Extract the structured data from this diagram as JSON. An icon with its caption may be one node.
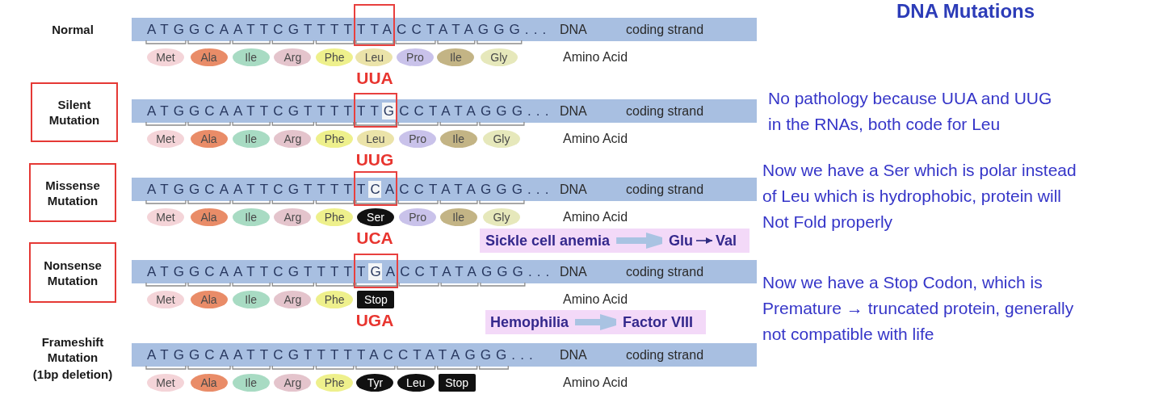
{
  "diagram": {
    "title": "DNA Mutations",
    "nodes": [
      {
        "text": [
          "ATGGCAATTCGTTTTTTACCTATAGGG...",
          "DNA",
          "coding strand"
        ]
      },
      {
        "text": [],
        "shape": "box"
      },
      {
        "text": [
          "Met"
        ]
      },
      {
        "text": [
          "Ala"
        ]
      },
      {
        "text": [
          "Ile"
        ]
      },
      {
        "text": [
          "Arg"
        ]
      },
      {
        "text": [
          "Phe"
        ]
      },
      {
        "text": [
          "Leu"
        ]
      },
      {
        "text": [
          "Pro"
        ]
      },
      {
        "text": [
          "Ile"
        ]
      },
      {
        "text": [
          "Gly"
        ]
      },
      {
        "text": [
          "Silent Mutation"
        ]
      },
      {
        "text": [
          "ATGGCAATTCGTTTTTTGCCTATAGGG...",
          "DNA",
          "coding strand"
        ]
      },
      {
        "text": [],
        "shape": "box"
      },
      {
        "text": [
          "Met"
        ]
      },
      {
        "text": [
          "Ala"
        ]
      },
      {
        "text": [
          "Ile"
        ]
      },
      {
        "text": [
          "Arg"
        ]
      },
      {
        "text": [
          "Phe"
        ]
      },
      {
        "text": [
          "Leu"
        ]
      },
      {
        "text": [
          "Pro"
        ]
      },
      {
        "text": [
          "Ile"
        ]
      },
      {
        "text": [
          "Gly"
        ]
      },
      {
        "text": [
          "Missense Mutation"
        ]
      },
      {
        "text": [
          "ATGGCAATTCGTTTTTCACCTATAGGG...",
          "DNA",
          "coding strand"
        ]
      },
      {
        "text": [],
        "shape": "box"
      },
      {
        "text": [
          "Met"
        ]
      },
      {
        "text": [
          "Ala"
        ]
      },
      {
        "text": [
          "Ile"
        ]
      },
      {
        "text": [
          "Arg"
        ]
      },
      {
        "text": [
          "Phe"
        ]
      },
      {
        "text": [
          "Ser"
        ]
      },
      {
        "text": [
          "Pro"
        ]
      },
      {
        "text": [
          "Ile"
        ]
      },
      {
        "text": [
          "Gly"
        ]
      },
      {
        "text": [],
        "shape": "box"
      },
      {
        "text": [
          "Sickle cell anemia"
        ],
        "in": 35
      },
      {
        "text": [
          "Glu"
        ],
        "in": 35
      },
      {
        "text": [
          "Val"
        ],
        "in": 35
      },
      {
        "text": [
          "Nonsense Mutation"
        ]
      },
      {
        "text": [
          "ATGGCAATTCGTTTTTGACCTATAGGG...",
          "DNA",
          "coding strand"
        ]
      },
      {
        "text": [],
        "shape": "box"
      },
      {
        "text": [
          "Met"
        ]
      },
      {
        "text": [
          "Ala"
        ]
      },
      {
        "text": [
          "Ile"
        ]
      },
      {
        "text": [
          "Arg"
        ]
      },
      {
        "text": [
          "Phe"
        ]
      },
      {
        "text": [
          "Stop"
        ]
      },
      {
        "text": [],
        "shape": "box"
      },
      {
        "text": [
          "Hemophilia"
        ],
        "in": 48
      },
      {
        "text": [
          "Factor VIII"
        ],
        "in": 48
      },
      {
        "text": [
          "ATGGCAATTCGTTTTTACCTATAGGG...",
          "DNA",
          "coding strand"
        ]
      },
      {
        "text": [
          "Met"
        ]
      },
      {
        "text": [
          "Ala"
        ]
      },
      {
        "text": [
          "Ile"
        ]
      },
      {
        "text": [
          "Arg"
        ]
      },
      {
        "text": [
          "Phe"
        ]
      },
      {
        "text": [
          "Tyr"
        ]
      },
      {
        "text": [
          "Leu"
        ]
      },
      {
        "text": [
          "Stop"
        ]
      }
    ],
    "edges": [
      {
        "from": 36,
        "to": 37,
        "arrow": "to"
      },
      {
        "from": 37,
        "to": 38,
        "arrow": "to",
        "color": "#2e2b80"
      },
      {
        "from": 49,
        "to": 50,
        "arrow": "to"
      }
    ],
    "labels": [
      "Normal",
      "Amino Acid",
      "UUA",
      "No pathology because UUA and UUG in the RNAs, both code for Leu",
      "Amino Acid",
      "UUG",
      "Now we have a Ser which is polar instead of Leu which is hydrophobic, protein will Not Fold properly",
      "Amino Acid",
      "UCA",
      "Now we have a Stop Codon, which is Premature → truncated protein, generally not compatible with life",
      "Amino Acid",
      "UGA",
      "Frameshift Mutation",
      "(1bp deletion)",
      "Amino Acid"
    ]
  }
}
